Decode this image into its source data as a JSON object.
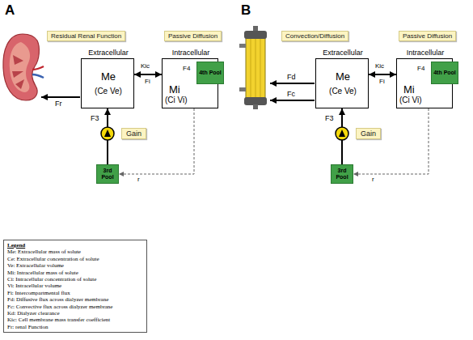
{
  "diagram": {
    "nodes": [
      {
        "text": [
          "Residual Renal Function"
        ]
      },
      {
        "text": [
          "Passive Diffusion"
        ]
      },
      {
        "text": [
          "Extracellular",
          "Me",
          "(Ce Ve)"
        ]
      },
      {
        "text": [
          "Intracellular",
          "Mi",
          "(Ci Vi)"
        ]
      },
      {
        "text": [
          "4th Pool"
        ],
        "in": 3
      },
      {
        "text": [
          "Gain"
        ]
      },
      {
        "text": [
          "3rd Pool"
        ]
      },
      {
        "text": [
          "Convection/Diffusion"
        ]
      },
      {
        "text": [
          "Passive Diffusion"
        ]
      },
      {
        "text": [
          "Extracellular",
          "Me",
          "(Ce Ve)"
        ]
      },
      {
        "text": [
          "Intracellular",
          "Mi",
          "(Ci Vi)"
        ]
      },
      {
        "text": [
          "4th Pool"
        ],
        "in": 10
      },
      {
        "text": [
          "Gain"
        ]
      },
      {
        "text": [
          "3rd Pool"
        ]
      }
    ],
    "edges": [
      {
        "from": 2,
        "to": 3,
        "arrow": "both",
        "label": "Fi"
      },
      {
        "from": 6,
        "to": 2,
        "arrow": "to",
        "label": "F3"
      },
      {
        "from": 3,
        "to": 6,
        "arrow": "to",
        "label": "r"
      },
      {
        "from": 9,
        "to": 10,
        "arrow": "both",
        "label": "Fi"
      },
      {
        "from": 13,
        "to": 9,
        "arrow": "to",
        "label": "F3"
      },
      {
        "from": 10,
        "to": 13,
        "arrow": "to",
        "label": "r"
      }
    ],
    "labels": [
      "A",
      "Kic",
      "Fr",
      "F4",
      "B",
      "Kic",
      "Fd",
      "Fc",
      "F4",
      "Legend"
    ],
    "legend": [
      {
        "text": "Me: Extracellular mass of solute"
      },
      {
        "text": "Ce: Extracellular concentration of solute"
      },
      {
        "text": "Ve: Extracellular volume"
      },
      {
        "text": "Mi: Intracellular mass of solute"
      },
      {
        "text": "Ci: Intracellular concentration of solute"
      },
      {
        "text": "Vi: Intracellular volume"
      },
      {
        "text": "Fi: Intercompartmental flux"
      },
      {
        "text": "Fd: Diffusive flux across dialyzer membrane"
      },
      {
        "text": "Fc: Convective flux across dialyzer membrane"
      },
      {
        "text": "Kd: Dialyzer clearance"
      },
      {
        "text": "Kic: Cell membrane mass transfer coefficient"
      },
      {
        "text": "Fr: renal Function"
      }
    ]
  }
}
